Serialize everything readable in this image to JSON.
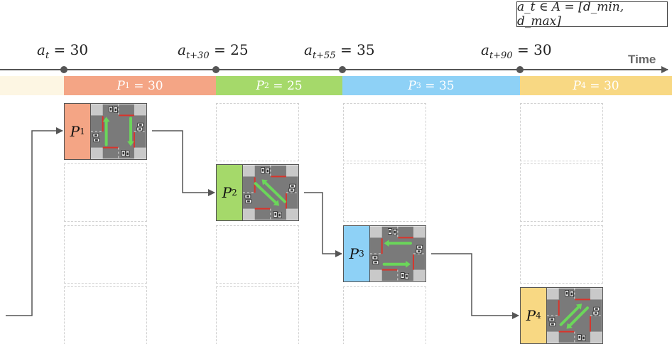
{
  "formula": "a_t ∈ A = [d_min, d_max]",
  "axis": {
    "time_label": "Time",
    "actions": [
      {
        "sym": "a",
        "sub": "t",
        "value": "30"
      },
      {
        "sym": "a",
        "sub": "t+30",
        "value": "25"
      },
      {
        "sym": "a",
        "sub": "t+55",
        "value": "35"
      },
      {
        "sym": "a",
        "sub": "t+90",
        "value": "30"
      }
    ]
  },
  "phases": [
    {
      "label": "P",
      "sub": "1",
      "value": "30",
      "color": "#f4a585"
    },
    {
      "label": "P",
      "sub": "2",
      "value": "25",
      "color": "#a5d96a"
    },
    {
      "label": "P",
      "sub": "3",
      "value": "35",
      "color": "#8ed1f6"
    },
    {
      "label": "P",
      "sub": "4",
      "value": "30",
      "color": "#f8d883"
    }
  ],
  "cards": [
    {
      "label": "P",
      "sub": "1",
      "movement": "north-south-straight"
    },
    {
      "label": "P",
      "sub": "2",
      "movement": "north-south-left-turn"
    },
    {
      "label": "P",
      "sub": "3",
      "movement": "east-west-straight"
    },
    {
      "label": "P",
      "sub": "4",
      "movement": "east-west-left-turn"
    }
  ],
  "colors": {
    "pre_segment": "#fdf6e3",
    "road": "#7a7a7a",
    "corner": "#c9c9c9",
    "arrow": "#6bd65a",
    "stop_red": "#d9342b",
    "axis": "#555555"
  }
}
